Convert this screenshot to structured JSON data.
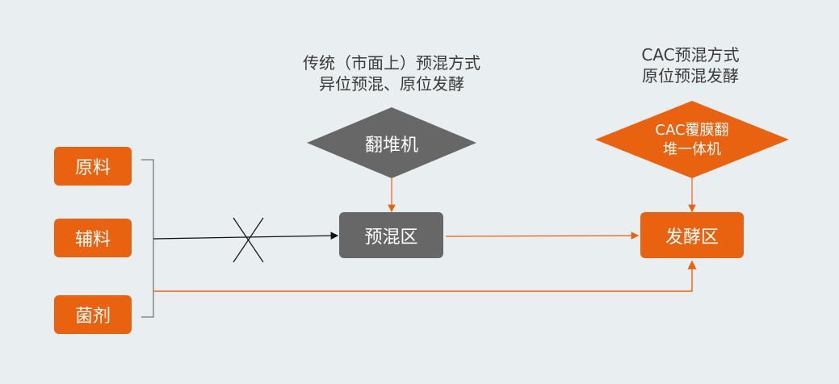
{
  "captions": {
    "traditional_line1": "传统（市面上）预混方式",
    "traditional_line2": "异位预混、原位发酵",
    "cac_line1": "CAC预混方式",
    "cac_line2": "原位预混发酵"
  },
  "inputs": [
    "原料",
    "辅料",
    "菌剂"
  ],
  "machines": {
    "turner": "翻堆机",
    "cac_line1": "CAC覆膜翻",
    "cac_line2": "堆一体机"
  },
  "zones": {
    "premix": "预混区",
    "fermentation": "发酵区"
  },
  "colors": {
    "orange": "#e8620f",
    "grey": "#676767",
    "background": "#e9eef0"
  }
}
